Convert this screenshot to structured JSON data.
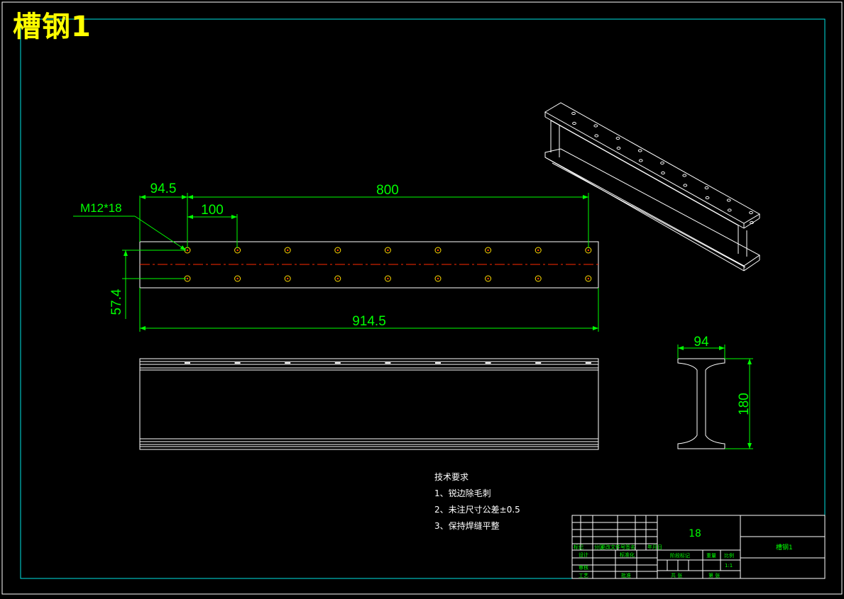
{
  "title": "槽钢1",
  "colors": {
    "outline": "#ffffff",
    "dimension": "#00ff00",
    "frame": "#00e5e5",
    "centerline": "#ff2a00",
    "hole": "#ffdd00",
    "title_text": "#ffff00"
  },
  "dimensions": {
    "edge_offset": "94.5",
    "span": "800",
    "pitch": "100",
    "hole_spec": "M12*18",
    "row_spacing": "57.4",
    "overall_length": "914.5",
    "flange_width": "94",
    "height": "180"
  },
  "tech_requirements": {
    "heading": "技术要求",
    "items": [
      "1、锐边除毛刺",
      "2、未注尺寸公差±0.5",
      "3、保持焊缝平整"
    ]
  },
  "title_block": {
    "material": "18",
    "part_name": "槽钢1",
    "scale": "1:1",
    "labels": {
      "marker": "标记",
      "division": "分区",
      "change_doc": "更改文件号",
      "signature": "签名",
      "date": "年月日",
      "designer": "设计",
      "standardization": "标准化",
      "stage_mark": "阶段标记",
      "weight": "重量",
      "ratio": "比例",
      "reviewer": "审核",
      "process": "工艺",
      "approve": "批准",
      "total_sheets": "共 张",
      "sheet_no": "第 张"
    }
  },
  "holes": {
    "count_per_row": 9
  }
}
